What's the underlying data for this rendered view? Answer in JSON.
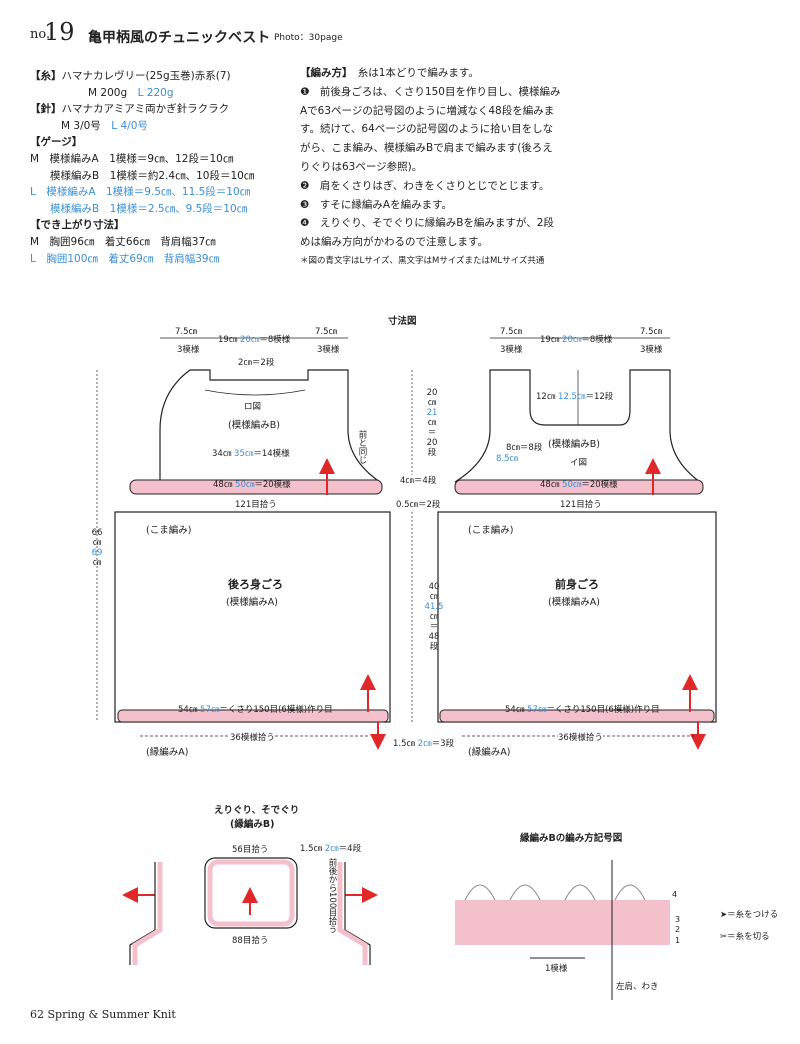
{
  "header": {
    "no": "no.",
    "num": "19",
    "title": "亀甲柄風のチュニックベスト",
    "photo": "Photo：30page"
  },
  "spec": {
    "yarn_label": "【糸】",
    "yarn_1": "ハマナカレヴリー(25g玉巻)赤系(7)",
    "yarn_m": "M 200g",
    "yarn_l": "L 220g",
    "hook_label": "【針】",
    "hook_1": "ハマナカアミアミ両かぎ針ラクラク",
    "hook_m": "M 3/0号",
    "hook_l": "L 4/0号",
    "gauge_label": "【ゲージ】",
    "gauge_m1": "M　模様編みA　1模様＝9㎝、12段＝10㎝",
    "gauge_m2": "模様編みB　1模様＝約2.4㎝、10段＝10㎝",
    "gauge_l1": "L　模様編みA　1模様＝9.5㎝、11.5段＝10㎝",
    "gauge_l2": "模様編みB　1模様＝2.5㎝、9.5段＝10㎝",
    "size_label": "【でき上がり寸法】",
    "size_m": "M　胸囲96㎝　着丈66㎝　背肩幅37㎝",
    "size_l": "L　胸囲100㎝　着丈69㎝　背肩幅39㎝"
  },
  "method": {
    "label": "【編み方】",
    "intro": "糸は1本どりで編みます。",
    "step1_a": "前後身ごろは、くさり150目を作り目し、模様編み",
    "step1_b": "Aで63ページの記号図のように増減なく48段を編みま",
    "step1_c": "す。続けて、64ページの記号図のように拾い目をしな",
    "step1_d": "がら、こま編み、模様編みBで肩まで編みます(後ろえ",
    "step1_e": "りぐりは63ページ参照)。",
    "step2": "肩をくさりはぎ、わきをくさりとじでとじます。",
    "step3": "すそに縁編みAを編みます。",
    "step4_a": "えりぐり、そでぐりに縁編みBを編みますが、2段",
    "step4_b": "めは編み方向がかわるので注意します。",
    "step_nums": [
      "❶",
      "❷",
      "❸",
      "❹"
    ],
    "note": "＊図の青文字はLサイズ、黒文字はMサイズまたはMLサイズ共通"
  },
  "diagram": {
    "title": "寸法図",
    "shoulder": "7.5㎝",
    "mid_m": "19㎝",
    "mid_l": "20㎝",
    "mid_r": "＝8模様",
    "mod3": "3模様",
    "back_neck": "2㎝＝2段",
    "ro": "ロ図",
    "ro_pattern": "(模様編みB)",
    "armhole": "34㎝",
    "armhole_l": "35㎝",
    "armhole_r": "＝14模様",
    "side_note": "前と同じ",
    "yoke_m": "48㎝",
    "yoke_l": "50㎝",
    "yoke_r": "＝20模様",
    "pick121": "121目拾う",
    "col_20": "20",
    "col_cm": "㎝",
    "col_21": "21",
    "col_eq": "＝",
    "col_20dan": "20",
    "col_dan": "段",
    "four": "4㎝＝4段",
    "half": "0.5㎝＝2段",
    "col_40": "40",
    "col_415": "41.5",
    "col_48": "48",
    "h66": "66",
    "h69": "69",
    "front_neck_m": "12㎝",
    "front_neck_l": "12.5㎝",
    "front_neck_r": "＝12段",
    "front_b": "(模様編みB)",
    "i_zu": "イ図",
    "side8": "8㎝",
    "side85": "8.5㎝",
    "side8r": "＝8段",
    "koma": "(こま編み)",
    "back_title": "後ろ身ごろ",
    "front_title": "前身ごろ",
    "pattern_a": "(模様編みA)",
    "hem_m": "54㎝",
    "hem_l": "57㎝",
    "hem_r": "＝くさり150目(6模様)作り目",
    "hem_pick": "36模様拾う",
    "edge_a": "(縁編みA)",
    "edge15": "1.5㎝",
    "edge2": "2㎝",
    "edge2r": "＝3段"
  },
  "neck": {
    "title1": "えりぐり、そでぐり",
    "title2": "(縁編みB)",
    "pick56": "56目拾う",
    "pick88": "88目拾う",
    "top_m": "1.5㎝",
    "top_l": "2㎝",
    "top_r": "＝4段",
    "side": "前後から100目拾う"
  },
  "chart": {
    "title": "縁編みBの編み方記号図",
    "rows": [
      "4",
      "3",
      "2",
      "1"
    ],
    "repeat": "1模様",
    "shoulder": "左肩、わき",
    "legend_attach": "＝糸をつける",
    "legend_cut": "＝糸を切る"
  },
  "footer": {
    "page": "62",
    "book": "Spring & Summer Knit"
  },
  "colors": {
    "blue": "#3a8fd6",
    "red": "#e02828",
    "pink": "#f3c0cc",
    "line": "#222222"
  }
}
